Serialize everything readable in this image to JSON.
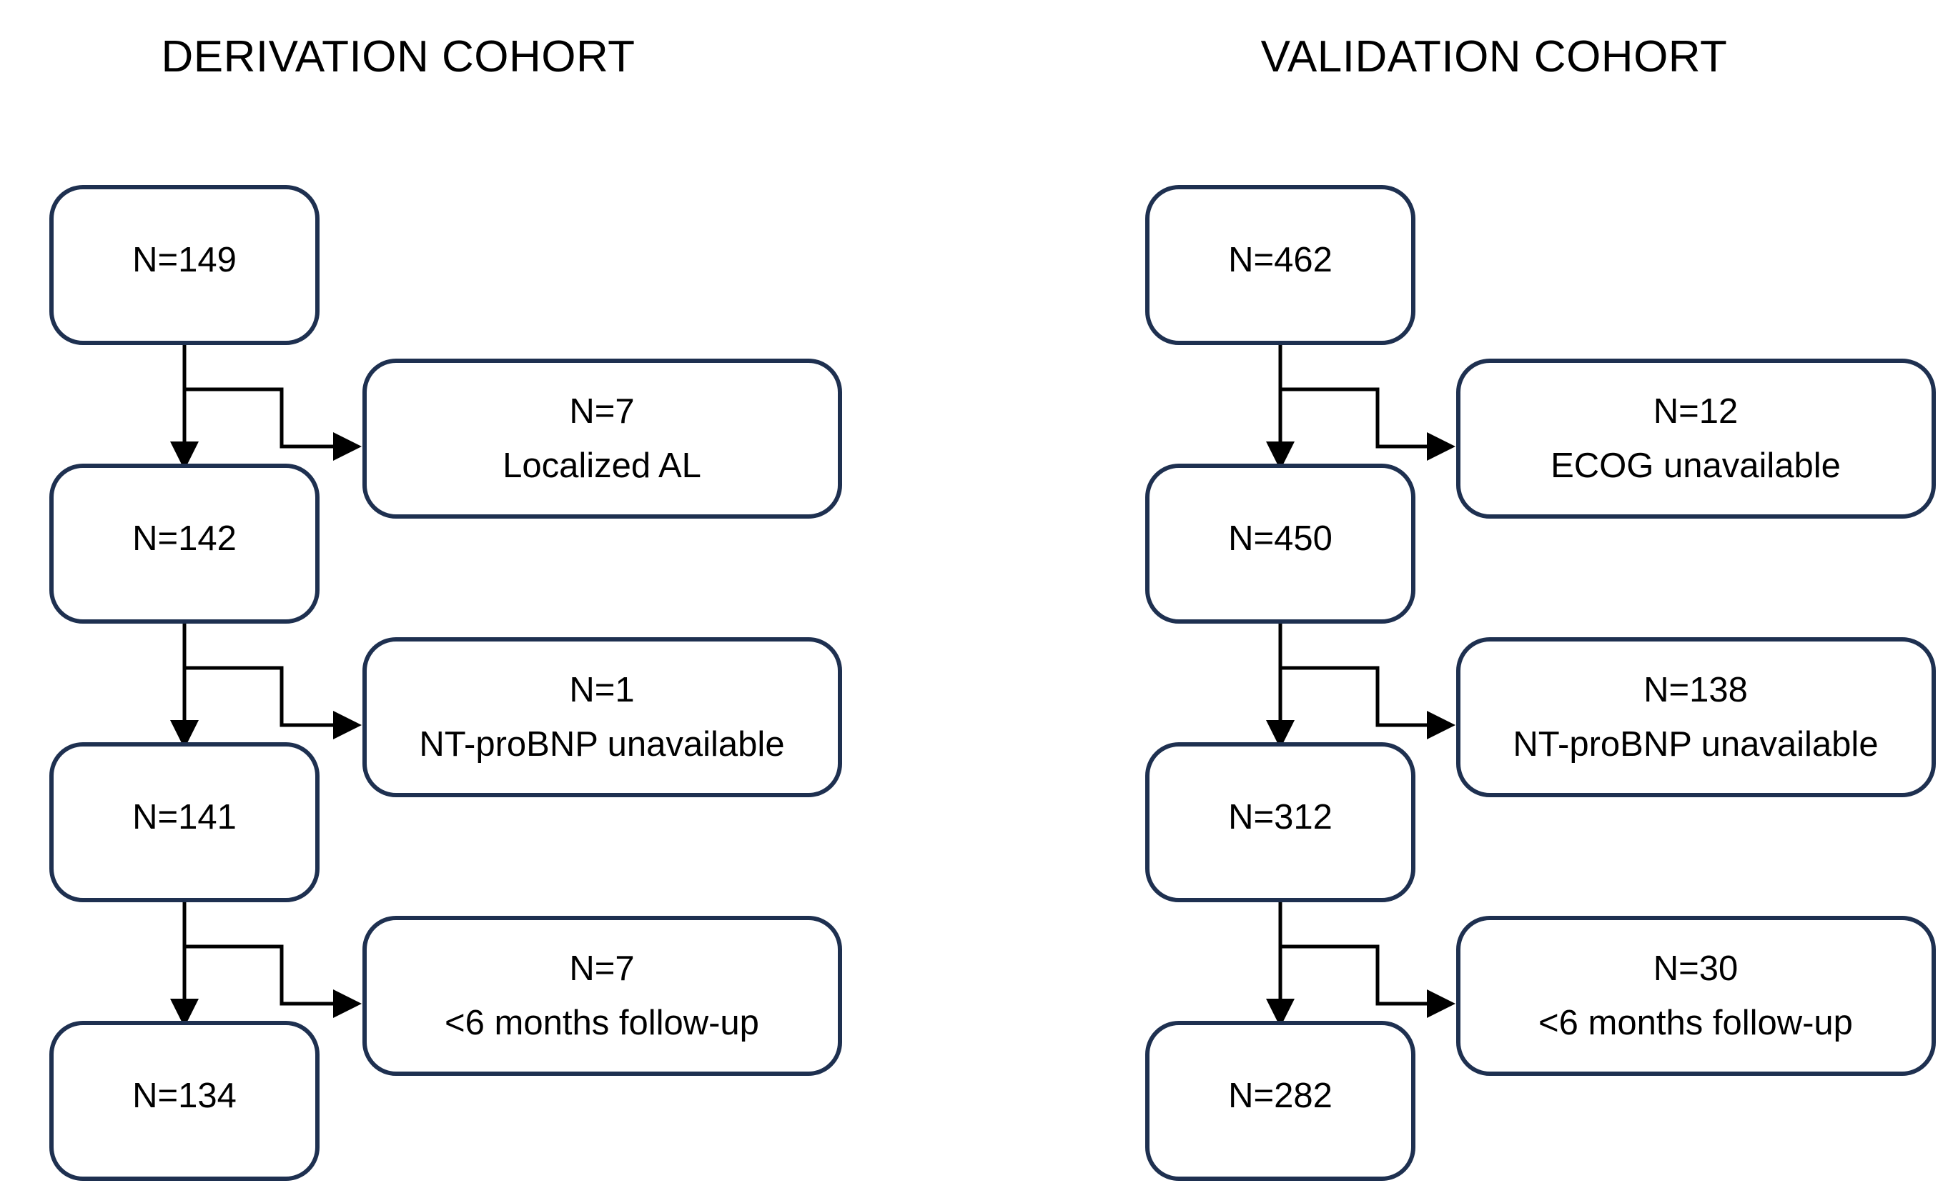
{
  "figure": {
    "type": "flowchart",
    "description": "Patient selection flow diagram for two cohorts"
  },
  "cohorts": [
    {
      "id": "derivation",
      "title": "DERIVATION COHORT",
      "nodes": [
        {
          "label": "N=149",
          "value": 149
        },
        {
          "label": "N=142",
          "value": 142
        },
        {
          "label": "N=141",
          "value": 141
        },
        {
          "label": "N=134",
          "value": 134
        }
      ],
      "exclusions": [
        {
          "count_label": "N=7",
          "count": 7,
          "reason": "Localized AL"
        },
        {
          "count_label": "N=1",
          "count": 1,
          "reason": "NT-proBNP unavailable"
        },
        {
          "count_label": "N=7",
          "count": 7,
          "reason": "<6 months follow-up"
        }
      ]
    },
    {
      "id": "validation",
      "title": "VALIDATION COHORT",
      "nodes": [
        {
          "label": "N=462",
          "value": 462
        },
        {
          "label": "N=450",
          "value": 450
        },
        {
          "label": "N=312",
          "value": 312
        },
        {
          "label": "N=282",
          "value": 282
        }
      ],
      "exclusions": [
        {
          "count_label": "N=12",
          "count": 12,
          "reason": "ECOG unavailable"
        },
        {
          "count_label": "N=138",
          "count": 138,
          "reason": "NT-proBNP unavailable"
        },
        {
          "count_label": "N=30",
          "count": 30,
          "reason": "<6 months follow-up"
        }
      ]
    }
  ],
  "colors": {
    "box_border": "#1e3050",
    "box_fill": "#ffffff",
    "text": "#000000",
    "connector": "#000000",
    "background": "#ffffff"
  }
}
